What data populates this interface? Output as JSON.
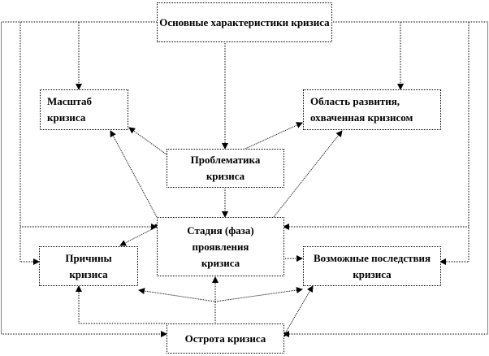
{
  "nodes": {
    "main": "Основные характеристики кризиса",
    "scale": "Масштаб кризиса",
    "area": "Область развития, охваченная кризисом",
    "problems": "Проблематика кризиса",
    "stage": "Стадия (фаза) проявления кризиса",
    "causes": "Причины кризиса",
    "consequences": "Возможные последствия кризиса",
    "severity": "Острота кризиса"
  }
}
